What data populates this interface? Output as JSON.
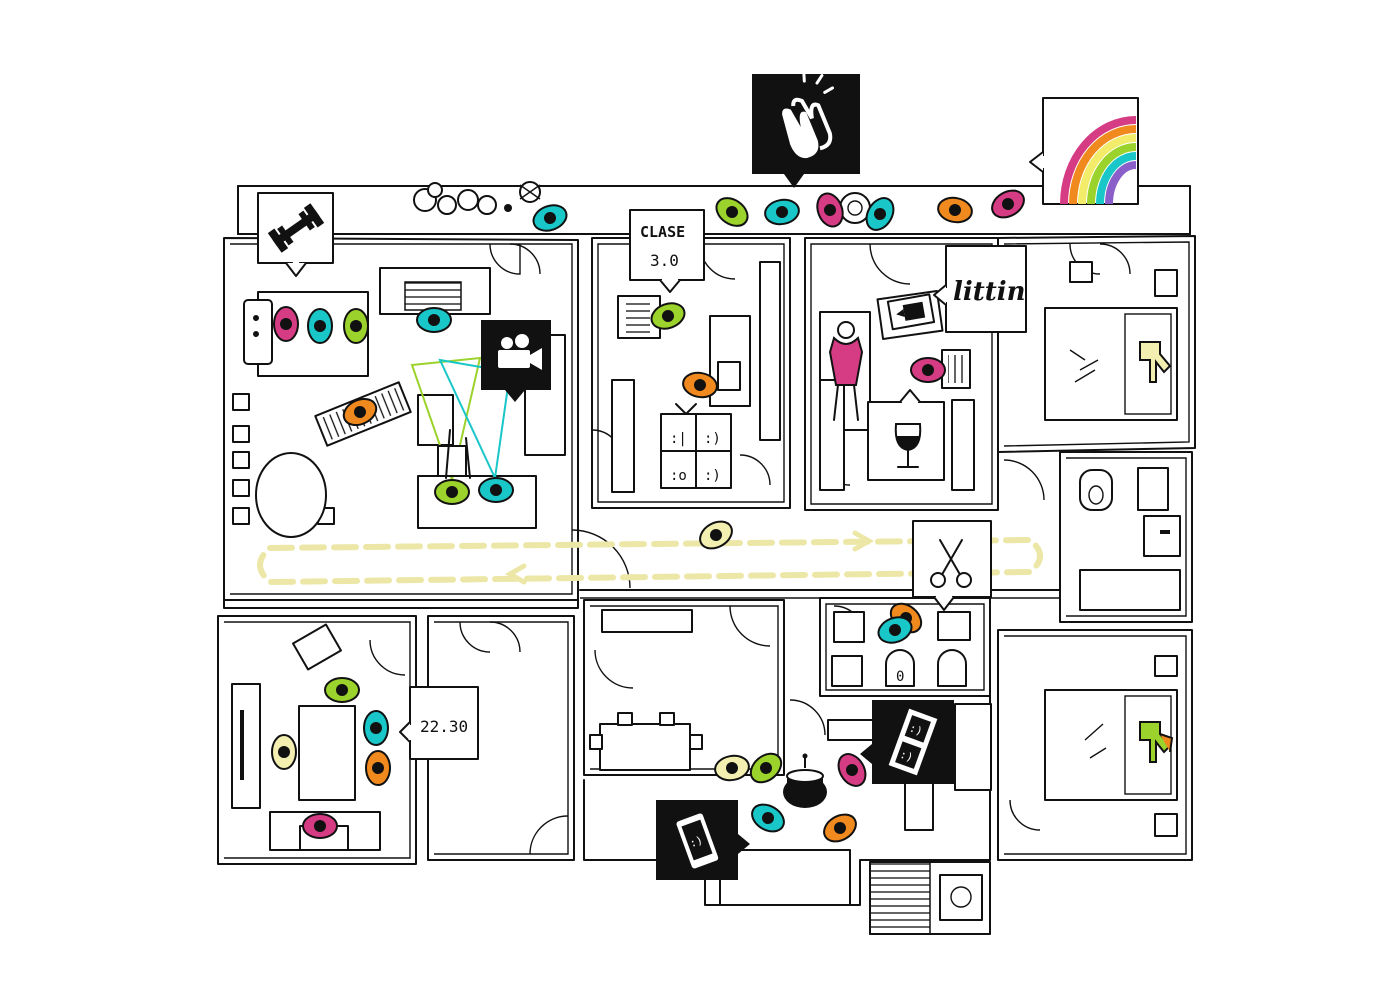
{
  "bubbles": {
    "class_line1": "CLASE",
    "class_line2": "3.0",
    "time": "22.30",
    "brand": "littin"
  },
  "icons": [
    "dumbbell-icon",
    "video-camera-icon",
    "applause-icon",
    "rainbow-icon",
    "wine-glass-icon",
    "scissors-icon",
    "photo-strip-icon",
    "phone-icon",
    "birthday-cake-icon",
    "mood-faces-icon"
  ],
  "colors": {
    "green": "#9bd22b",
    "teal": "#19c6c8",
    "orange": "#f08a1e",
    "pink": "#d63c84",
    "yellow": "#f2efb0",
    "route": "#ece7a6",
    "ink": "#111111"
  }
}
